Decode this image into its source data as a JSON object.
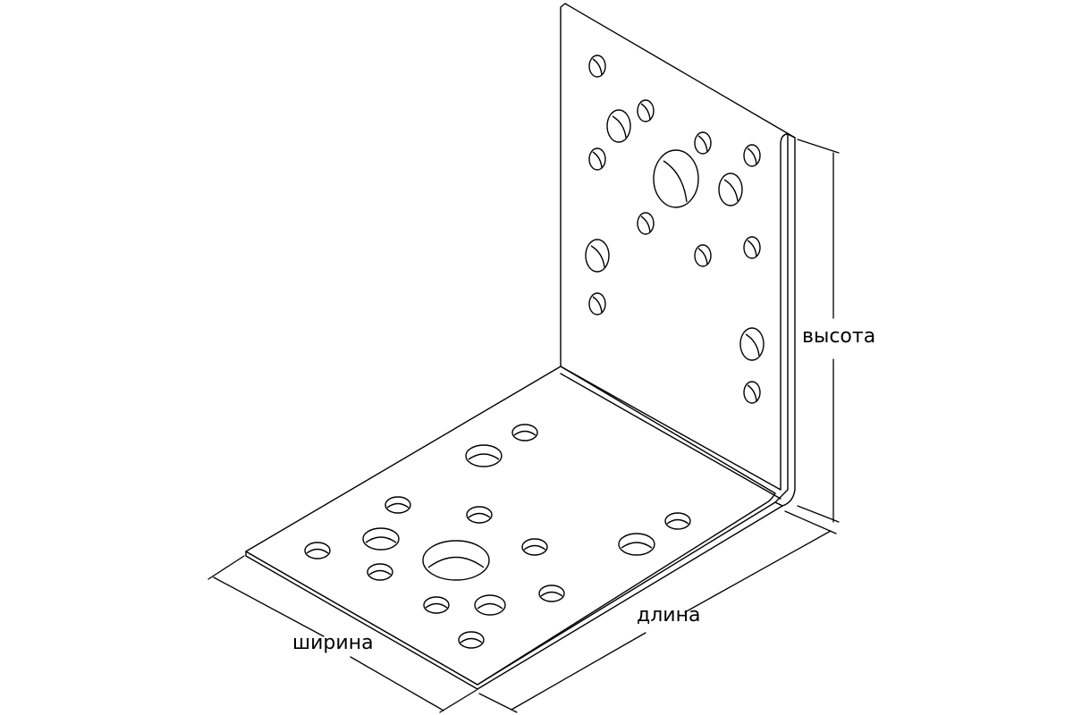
{
  "diagram": {
    "labels": {
      "height": "высота",
      "length": "длина",
      "width": "ширина"
    },
    "colors": {
      "stroke": "#000000",
      "fill": "#ffffff",
      "background": "#ffffff"
    }
  }
}
